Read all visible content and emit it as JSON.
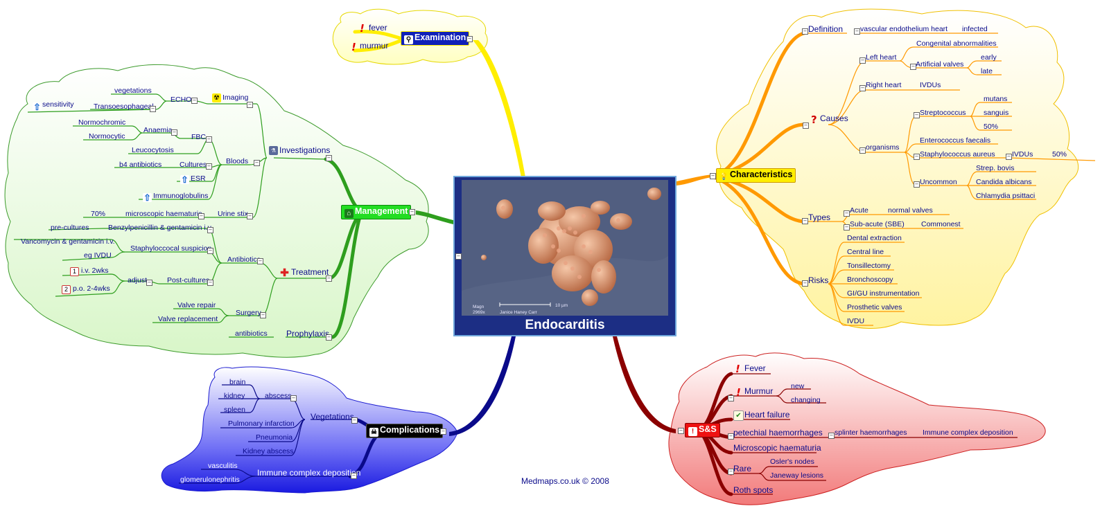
{
  "center": {
    "title": "Endocarditis",
    "photo_caption": {
      "magn": "Magn",
      "value": "2969x",
      "credit": "Janice Haney Carr",
      "scale": "10 µm"
    }
  },
  "footer": "Medmaps.co.uk © 2008",
  "colors": {
    "examination": "#ffee00",
    "characteristics": "#ff9900",
    "management": "#2e9e1e",
    "complications": "#0a0a8a",
    "signs": "#8b0000"
  },
  "examination": {
    "title": "Examination",
    "icon": "binoculars-icon",
    "items": [
      "fever",
      "murmur"
    ]
  },
  "characteristics": {
    "title": "Characteristics",
    "icon": "lightbulb-icon",
    "definition": {
      "label": "Definition",
      "a": "vascular endothelium heart",
      "b": "infected"
    },
    "causes": {
      "label": "Causes",
      "icon": "question-icon",
      "left_heart": "Left heart",
      "congenital": "Congenital abnormalities",
      "artificial": "Artificial valves",
      "early": "early",
      "late": "late",
      "right_heart": "Right heart",
      "ivdus": "IVDUs",
      "organisms": "organisms",
      "strep": "Streptococcus",
      "mutans": "mutans",
      "sanguis": "sanguis",
      "strep_pct": "50%",
      "entero": "Enterococcus faecalis",
      "staph": "Staphylococcus aureus",
      "staph_ivdus": "IVDUs",
      "staph_pct": "50%",
      "uncommon": "Uncommon",
      "strep_bovis": "Strep. bovis",
      "candida": "Candida albicans",
      "chlamydia": "Chlamydia psittaci"
    },
    "types": {
      "label": "Types",
      "acute": "Acute",
      "acute_note": "normal valves",
      "subacute": "Sub-acute (SBE)",
      "subacute_note": "Commonest"
    },
    "risks": {
      "label": "Risks",
      "items": [
        "Dental extraction",
        "Central line",
        "Tonsillectomy",
        "Bronchoscopy",
        "GI/GU instrumentation",
        "Prosthetic valves",
        "IVDU"
      ]
    }
  },
  "management": {
    "title": "Management",
    "icon": "hospital-icon",
    "investigations": {
      "label": "Investigations",
      "icon": "lab-icon",
      "imaging": "Imaging",
      "imaging_icon": "radiation-icon",
      "echo": "ECHO",
      "vegetations": "vegetations",
      "transoesophageal": "Transoesophageal",
      "sensitivity": "sensitivity",
      "bloods": "Bloods",
      "fbc": "FBC",
      "anaemia": "Anaemia",
      "normochromic": "Normochromic",
      "normocytic": "Normocytic",
      "leucocytosis": "Leucocytosis",
      "cultures": "Cultures",
      "b4_antibiotics": "b4 antibiotics",
      "esr": "ESR",
      "immunoglobulins": "Immunoglobulins",
      "urine_stix": "Urine stix",
      "microscopic_haematuria": "microscopic haematuria",
      "haematuria_pct": "70%"
    },
    "treatment": {
      "label": "Treatment",
      "icon": "red-cross-icon",
      "antibiotics": "Antibiotics",
      "benzyl": "Benzylpenicillin & gentamicin i.v.",
      "pre_cultures": "pre-cultures",
      "staph_suspicion": "Staphyloccocal suspicion",
      "vanco": "Vancomycin & gentamicin i.v.",
      "eg_ivdu": "eg IVDU",
      "post_cultures": "Post-cultures",
      "adjust": "adjust",
      "iv_2wks": "i.v. 2wks",
      "po_4wks": "p.o. 2-4wks",
      "surgery": "Surgery",
      "valve_repair": "Valve repair",
      "valve_replacement": "Valve replacement"
    },
    "prophylaxis": {
      "label": "Prophylaxis",
      "antibiotics": "antibiotics"
    }
  },
  "complications": {
    "title": "Complications",
    "icon": "skull-icon",
    "vegetations": "Vegetations",
    "abscess": "abscess",
    "brain": "brain",
    "kidney": "kidney",
    "spleen": "spleen",
    "pulmonary": "Pulmonary infarction",
    "pneumonia": "Pneumonia",
    "kidney_abscess": "Kidney abscess",
    "immune": "Immune complex deposition",
    "vasculitis": "vasculitis",
    "glomerulonephritis": "glomerulonephritis"
  },
  "signs": {
    "title": "S&S",
    "icon": "warning-icon",
    "fever": "Fever",
    "murmur": "Murmur",
    "murmur_new": "new",
    "murmur_changing": "changing",
    "heart_failure": "Heart failure",
    "petechial": "petechial haemorrhages",
    "splinter": "splinter haemorrhages",
    "immune": "Immune complex deposition",
    "microscopic": "Microscopic haematuria",
    "rare": "Rare",
    "osler": "Osler's nodes",
    "janeway": "Janeway lesions",
    "roth": "Roth spots"
  }
}
